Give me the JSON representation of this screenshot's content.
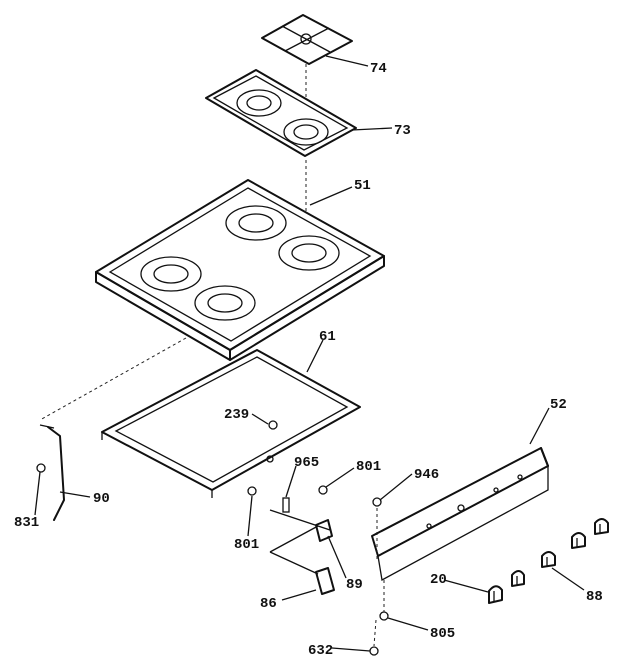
{
  "diagram": {
    "labels": {
      "p74": "74",
      "p73": "73",
      "p51": "51",
      "p61": "61",
      "p239": "239",
      "p52": "52",
      "p965": "965",
      "p801a": "801",
      "p946": "946",
      "p90": "90",
      "p831": "831",
      "p801b": "801",
      "p89": "89",
      "p20": "20",
      "p88": "88",
      "p86": "86",
      "p805": "805",
      "p632": "632"
    }
  }
}
